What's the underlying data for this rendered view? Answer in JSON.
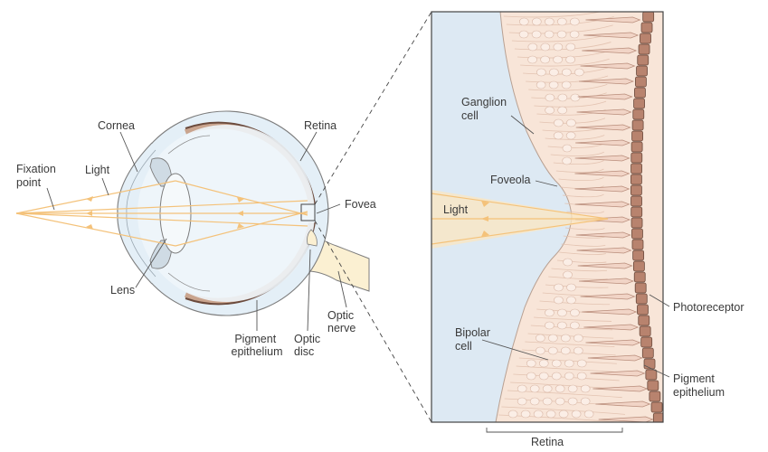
{
  "colors": {
    "eye_fill": "#e4eff7",
    "outline": "#7d7d7d",
    "retina_band": "#c9a48e",
    "pigment": "#6b4a3c",
    "light": "#f4c27a",
    "tissue": "#f8e5d8",
    "photoreceptor": "#f1d4c6",
    "vitreous": "#dde9f3",
    "nerve": "#fbf0d2"
  },
  "labels": {
    "fixation_point": [
      "Fixation",
      "point"
    ],
    "light_left": "Light",
    "cornea": "Cornea",
    "retina_top": "Retina",
    "fovea": "Fovea",
    "lens": "Lens",
    "pigment_epithelium_left": [
      "Pigment",
      "epithelium"
    ],
    "optic_disc": [
      "Optic",
      "disc"
    ],
    "optic_nerve": [
      "Optic",
      "nerve"
    ],
    "ganglion_cell": [
      "Ganglion",
      "cell"
    ],
    "foveola": "Foveola",
    "light_right": "Light",
    "bipolar_cell": [
      "Bipolar",
      "cell"
    ],
    "photoreceptor": "Photoreceptor",
    "pigment_epithelium_right": [
      "Pigment",
      "epithelium"
    ],
    "retina_bottom": "Retina"
  }
}
